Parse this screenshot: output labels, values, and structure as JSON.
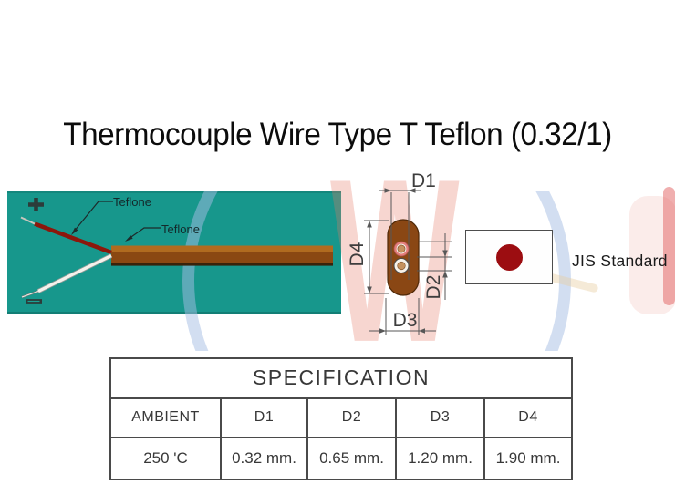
{
  "title": "Thermocouple Wire Type T Teflon (0.32/1)",
  "illustration": {
    "insulation_label_top": "Teflone",
    "insulation_label_bottom": "Teflone"
  },
  "diagram": {
    "dim_top": "D1",
    "dim_left": "D4",
    "dim_right": "D2",
    "dim_bottom": "D3"
  },
  "flag": {
    "label": "JIS Standard"
  },
  "spec_table": {
    "title": "SPECIFICATION",
    "headers": [
      "AMBIENT",
      "D1",
      "D2",
      "D3",
      "D4"
    ],
    "values": [
      "250 'C",
      "0.32 mm.",
      "0.65 mm.",
      "1.20 mm.",
      "1.90 mm."
    ]
  },
  "colors": {
    "teal_background": "#17978C",
    "cable_brown_top": "#B06B1F",
    "cable_brown_face": "#8A4812",
    "capsule_brown": "#8A4714",
    "conductor_tan": "#C5925F",
    "positive_wire_red": "#8C170C",
    "flag_red": "#9C0D11",
    "watermark_blue": "#A5BEE4",
    "watermark_pink": "#E47662"
  }
}
